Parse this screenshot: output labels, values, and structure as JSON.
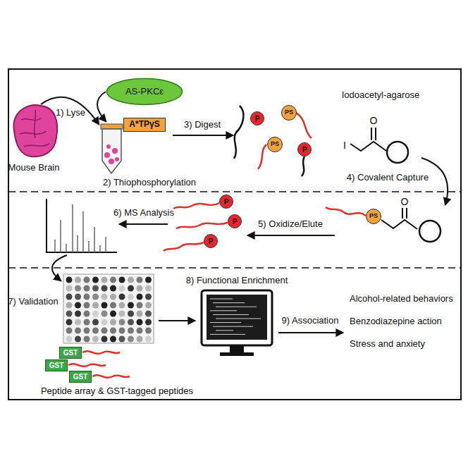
{
  "diagram": {
    "nodes": [
      {
        "text": [
          "AS-PKCε"
        ]
      },
      {
        "text": [
          "A*TPγS"
        ]
      },
      {
        "text": [
          "P"
        ]
      },
      {
        "text": [
          "PS"
        ]
      },
      {
        "text": [
          "PS"
        ]
      },
      {
        "text": [
          "P"
        ]
      },
      {
        "text": [
          "PS"
        ]
      },
      {
        "text": [
          "P"
        ]
      },
      {
        "text": [
          "P"
        ]
      },
      {
        "text": [
          "P"
        ]
      },
      {
        "text": [
          "GST"
        ]
      },
      {
        "text": [
          "GST"
        ]
      },
      {
        "text": [
          "GST"
        ]
      }
    ],
    "labels": [
      "1) Lyse",
      "Mouse Brain",
      "2) Thiophosphorylation",
      "3) Digest",
      "Iodoacetyl-agarose",
      "I",
      "O",
      "4) Covalent Capture",
      "O",
      "5) Oxidize/Elute",
      "6) MS Analysis",
      "7) Validation",
      "Peptide array & GST-tagged peptides",
      "8) Functional Enrichment",
      "9) Association",
      "Alcohol-related behaviors",
      "Benzodiazepine action",
      "Stress and anxiety"
    ]
  }
}
